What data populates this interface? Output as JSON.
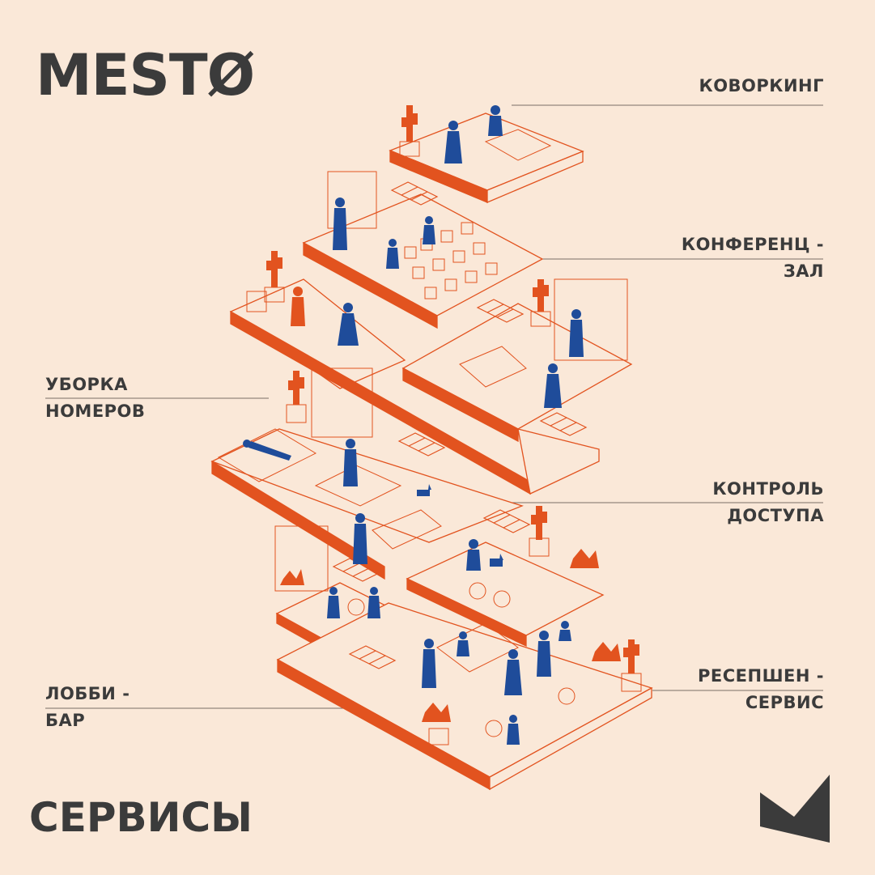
{
  "brand": {
    "name": "MESTØ"
  },
  "footer": {
    "title": "СЕРВИСЫ"
  },
  "labels": {
    "coworking": "КОВОРКИНГ",
    "conference_l1": "КОНФЕРЕНЦ -",
    "conference_l2": "ЗАЛ",
    "housekeeping_l1": "УБОРКА",
    "housekeeping_l2": "НОМЕРОВ",
    "access_l1": "КОНТРОЛЬ",
    "access_l2": "ДОСТУПА",
    "reception_l1": "РЕСЕПШЕН -",
    "reception_l2": "СЕРВИС",
    "lobby_l1": "ЛОББИ -",
    "lobby_l2": "БАР"
  },
  "colors": {
    "background": "#fae8d8",
    "text": "#3b3b3b",
    "accent": "#e2531f",
    "figure": "#1f4c9a",
    "line": "#e2531f"
  }
}
